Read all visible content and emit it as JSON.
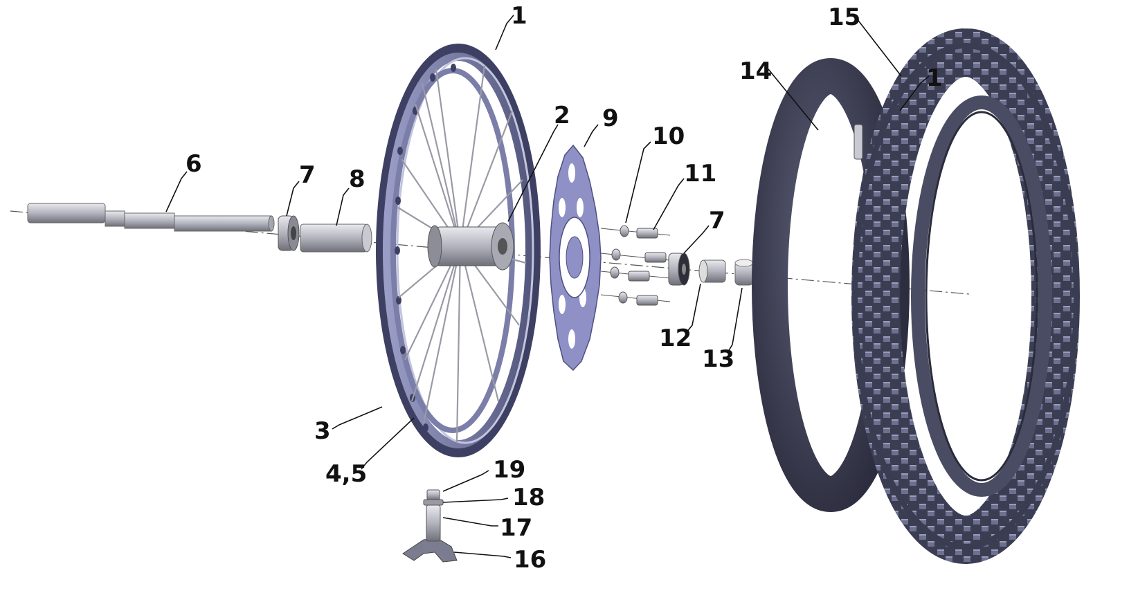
{
  "callouts": {
    "c1": "1",
    "c1b": "1",
    "c2": "2",
    "c3": "3",
    "c45": "4,5",
    "c6": "6",
    "c7a": "7",
    "c7b": "7",
    "c8": "8",
    "c9": "9",
    "c10": "10",
    "c11": "11",
    "c12": "12",
    "c13": "13",
    "c14": "14",
    "c15": "15",
    "c16": "16",
    "c17": "17",
    "c18": "18",
    "c19": "19"
  },
  "colors": {
    "rim": "#7b7ea8",
    "rim_dark": "#3e4063",
    "metal": "#b9b9c3",
    "metal_dark": "#6e6e78",
    "disc": "#8e90c6",
    "tire": "#4a4c63",
    "tire_dark": "#2b2c3b",
    "tube": "#3d3f55"
  }
}
